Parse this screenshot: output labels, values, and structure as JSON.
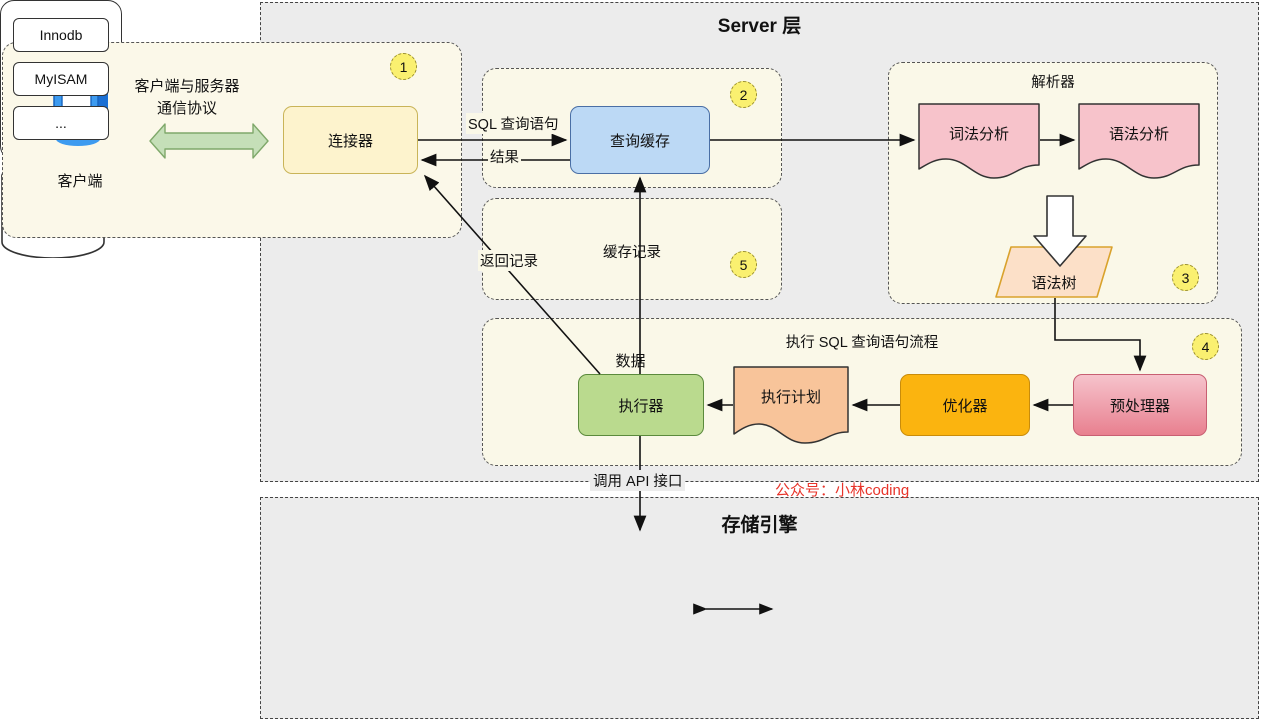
{
  "layers": {
    "server": {
      "title": "Server 层"
    },
    "storage": {
      "title": "存储引擎"
    }
  },
  "groups": {
    "client": {
      "badge": "1"
    },
    "cache": {
      "badge": "2"
    },
    "record": {
      "title": "缓存记录",
      "badge": "5"
    },
    "exec": {
      "title": "执行 SQL 查询语句流程",
      "badge": "4"
    },
    "parser": {
      "title": "解析器",
      "badge": "3"
    }
  },
  "nodes": {
    "client": {
      "label": "客户端"
    },
    "protocol": {
      "line1": "客户端与服务器",
      "line2": "通信协议"
    },
    "connector": {
      "label": "连接器"
    },
    "query_cache": {
      "label": "查询缓存"
    },
    "lexical": {
      "label": "词法分析"
    },
    "syntax": {
      "label": "语法分析"
    },
    "syntax_tree": {
      "label": "语法树"
    },
    "preprocessor": {
      "label": "预处理器"
    },
    "optimizer": {
      "label": "优化器"
    },
    "exec_plan": {
      "label": "执行计划"
    },
    "executor": {
      "label": "执行器"
    },
    "engine": {
      "items": [
        "Innodb",
        "MyISAM",
        "..."
      ]
    },
    "data": {
      "label": "数据"
    }
  },
  "edge_labels": {
    "sql_query": "SQL 查询语句",
    "result": "结果",
    "return_record": "返回记录",
    "cache_record": "缓存记录",
    "call_api": "调用 API 接口"
  },
  "watermark": {
    "text": "公众号：小林coding"
  },
  "colors": {
    "layer_bg": "#ececec",
    "group_bg": "#faf8e8",
    "connector": "#fdf3cd",
    "query_cache": "#bcd9f5",
    "parser_box": "#f7c3cb",
    "syntax_tree": "#fce0c8",
    "preprocessor": "#e8808f",
    "optimizer": "#fbb40f",
    "exec_plan": "#f8c49a",
    "executor": "#bada8e",
    "badge": "#faf070",
    "watermark": "#e8342a"
  }
}
